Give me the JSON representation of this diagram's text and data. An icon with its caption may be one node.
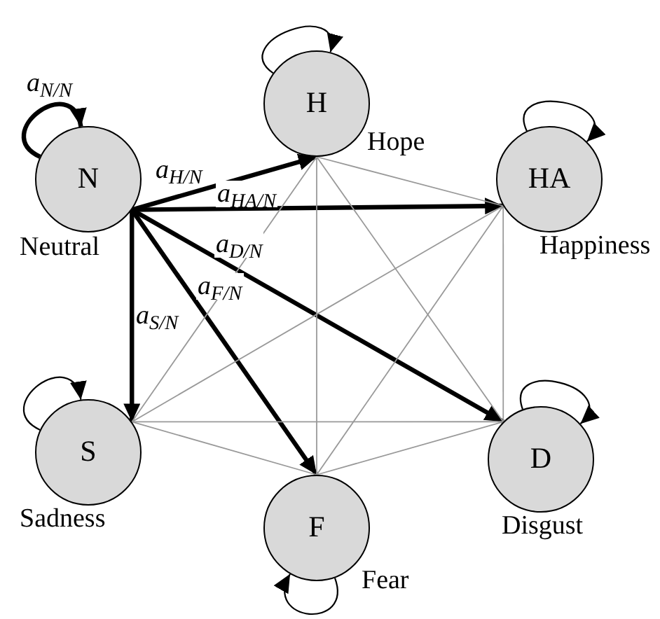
{
  "diagram": {
    "nodes": [
      {
        "text": [
          "N"
        ],
        "beside": [
          "Neutral"
        ]
      },
      {
        "text": [
          "H"
        ],
        "beside": [
          "Hope"
        ]
      },
      {
        "text": [
          "HA"
        ],
        "beside": [
          "Happiness"
        ]
      },
      {
        "text": [
          "S"
        ],
        "beside": [
          "Sadness"
        ]
      },
      {
        "text": [
          "F"
        ],
        "beside": [
          "Fear"
        ]
      },
      {
        "text": [
          "D"
        ],
        "beside": [
          "Disgust"
        ]
      }
    ],
    "edges": [
      {
        "from": 0,
        "to": 0,
        "arrow": "to",
        "label": "a$_{N/N}$",
        "style": "thick"
      },
      {
        "from": 0,
        "to": 1,
        "arrow": "to",
        "label": "a$_{H/N}$",
        "style": "thick"
      },
      {
        "from": 0,
        "to": 2,
        "arrow": "to",
        "label": "a$_{HA/N}$",
        "style": "thick"
      },
      {
        "from": 0,
        "to": 5,
        "arrow": "to",
        "label": "a$_{D/N}$",
        "style": "thick"
      },
      {
        "from": 0,
        "to": 4,
        "arrow": "to",
        "label": "a$_{F/N}$",
        "style": "thick"
      },
      {
        "from": 0,
        "to": 3,
        "arrow": "to",
        "label": "a$_{S/N}$",
        "style": "thick"
      },
      {
        "from": 1,
        "to": 1,
        "arrow": "to"
      },
      {
        "from": 2,
        "to": 2,
        "arrow": "to"
      },
      {
        "from": 3,
        "to": 3,
        "arrow": "to"
      },
      {
        "from": 4,
        "to": 4,
        "arrow": "to"
      },
      {
        "from": 5,
        "to": 5,
        "arrow": "to"
      },
      {
        "from": 1,
        "to": 2,
        "arrow": "none",
        "color": "#999999"
      },
      {
        "from": 1,
        "to": 3,
        "arrow": "none",
        "color": "#999999"
      },
      {
        "from": 1,
        "to": 4,
        "arrow": "none",
        "color": "#999999"
      },
      {
        "from": 1,
        "to": 5,
        "arrow": "none",
        "color": "#999999"
      },
      {
        "from": 2,
        "to": 3,
        "arrow": "none",
        "color": "#999999"
      },
      {
        "from": 2,
        "to": 4,
        "arrow": "none",
        "color": "#999999"
      },
      {
        "from": 2,
        "to": 5,
        "arrow": "none",
        "color": "#999999"
      },
      {
        "from": 3,
        "to": 4,
        "arrow": "none",
        "color": "#999999"
      },
      {
        "from": 3,
        "to": 5,
        "arrow": "none",
        "color": "#999999"
      },
      {
        "from": 4,
        "to": 5,
        "arrow": "none",
        "color": "#999999"
      }
    ]
  }
}
